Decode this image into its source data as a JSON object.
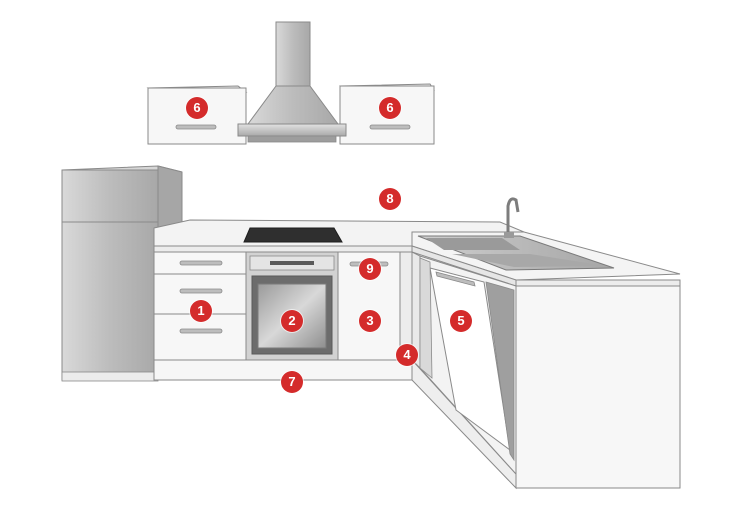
{
  "colors": {
    "marker": "#d42b2b",
    "marker_text": "#ffffff",
    "outline": "#8a8a8a",
    "appliance_steel": "#bdbdbd",
    "cooktop": "#2f2f2f"
  },
  "markers": [
    {
      "id": "m1",
      "label": "1",
      "depicts": "drawer-unit"
    },
    {
      "id": "m2",
      "label": "2",
      "depicts": "built-in-oven"
    },
    {
      "id": "m3",
      "label": "3",
      "depicts": "base-cabinet"
    },
    {
      "id": "m4",
      "label": "4",
      "depicts": "corner-panel"
    },
    {
      "id": "m5",
      "label": "5",
      "depicts": "dishwasher"
    },
    {
      "id": "m6a",
      "label": "6",
      "depicts": "wall-cabinet-left"
    },
    {
      "id": "m6b",
      "label": "6",
      "depicts": "wall-cabinet-right"
    },
    {
      "id": "m7",
      "label": "7",
      "depicts": "plinth"
    },
    {
      "id": "m8",
      "label": "8",
      "depicts": "worktop"
    },
    {
      "id": "m9",
      "label": "9",
      "depicts": "cabinet-handle"
    }
  ]
}
